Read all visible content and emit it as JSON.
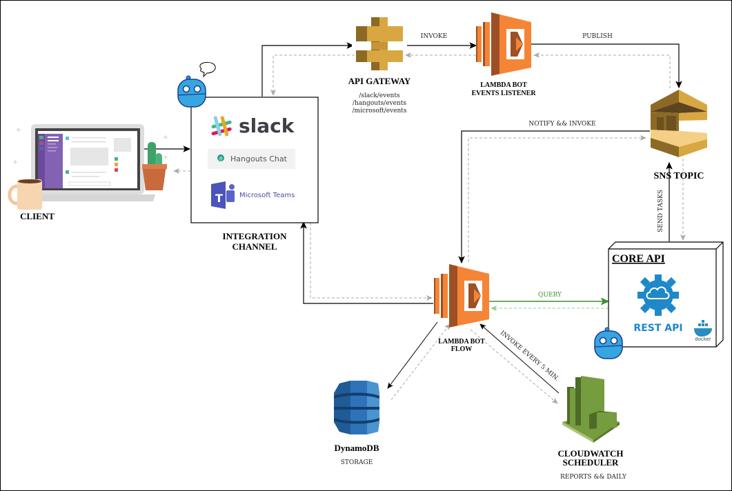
{
  "nodes": {
    "client": {
      "title": "CLIENT"
    },
    "integration": {
      "title_line1": "INTEGRATION",
      "title_line2": "CHANNEL",
      "slack": "slack",
      "hangouts": "Hangouts Chat",
      "teams": "Microsoft Teams"
    },
    "api_gateway": {
      "title": "API GATEWAY",
      "routes": [
        "/slack/events",
        "/hangouts/events",
        "/microsoft/events"
      ]
    },
    "lambda_listener": {
      "title_line1": "LAMBDA BOT",
      "title_line2": "EVENTS LISTENER"
    },
    "sns": {
      "title": "SNS TOPIC"
    },
    "core_api": {
      "title": "CORE API",
      "rest": "REST API",
      "docker": "docker"
    },
    "lambda_flow": {
      "title_line1": "LAMBDA BOT",
      "title_line2": "FLOW"
    },
    "dynamodb": {
      "title": "DynamoDB",
      "subtitle": "STORAGE"
    },
    "cloudwatch": {
      "title_line1": "CLOUDWATCH",
      "title_line2": "SCHEDULER",
      "subtitle": "REPORTS && DAILY"
    }
  },
  "edges": {
    "invoke": "INVOKE",
    "publish": "PUBLISH",
    "notify_invoke": "NOTIFY && INVOKE",
    "send_tasks": "SEND TASKS",
    "query": "QUERY",
    "invoke_every": "INVOKE EVERY 5 MIN."
  },
  "colors": {
    "lambda": "#f58536",
    "lambda_dark": "#9d5025",
    "api_gateway": "#d9a741",
    "sns": "#d9a741",
    "dynamodb": "#2e73b8",
    "cloudwatch": "#759c3e",
    "query": "#3f8f2f",
    "rest_api": "#1e88c8"
  }
}
